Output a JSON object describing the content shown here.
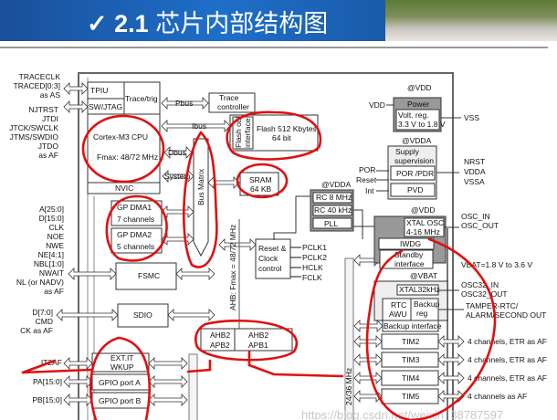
{
  "header": {
    "check": "✓",
    "number": "2.1",
    "title": "芯片内部结构图"
  },
  "left_labels": {
    "trace": [
      "TRACECLK",
      "TRACED[0:3]",
      "as AS"
    ],
    "jtag": [
      "NJTRST",
      "JTDI",
      "JTCK/SWCLK",
      "JTMS/SWDIO",
      "JTDO",
      "as AF"
    ],
    "fsmc": [
      "A[25:0]",
      "D[15:0]",
      "CLK",
      "NOE",
      "NWE",
      "NE[4:1]",
      "NBL[1:0]",
      "NWAIT",
      "NL (or NADV)",
      "as AF"
    ],
    "sdio": [
      "D[7:0]",
      "CMD",
      "CK as AF"
    ],
    "exti": "IT2AF",
    "pa": "PA[15:0]",
    "pb": "PB[15:0]"
  },
  "blocks": {
    "tpiu": "TPIU",
    "swjtag": "SW/JTAG",
    "tracetrig": "Trace/trig",
    "cpu": "Cortex-M3 CPU",
    "fmax": "Fmax: 48/72 MHz",
    "nvic": "NVIC",
    "pbus": "Pbus",
    "ibus": "Ibus",
    "dbus": "Dbus",
    "system": "System",
    "trace_ctrl": [
      "Trace",
      "controller"
    ],
    "flash_obl": "Flash obl",
    "flash_if": "interface",
    "flash": [
      "Flash 512 Kbytes",
      "64 bit"
    ],
    "sram": [
      "SRAM",
      "64 KB"
    ],
    "bus_matrix": "Bus Matrix",
    "dma1": [
      "GP DMA1",
      "7 channels"
    ],
    "dma2": [
      "GP DMA2",
      "5 channels"
    ],
    "fsmc": "FSMC",
    "sdio": "SDIO",
    "ahb_fmax": "AHB: Fmax = 48/72 MHz",
    "ahb_apb2": [
      "AHB2",
      "APB2"
    ],
    "ahb_apb1": [
      "AHB2",
      "APB1"
    ],
    "exti": [
      "EXT.IT",
      "WKUP"
    ],
    "gpioa": "GPIO port A",
    "gpiob": "GPIO port B",
    "apb1_freq": "24/36 MHz",
    "reset_clock": [
      "Reset &",
      "Clock",
      "control"
    ],
    "clocks": [
      "PCLK1",
      "PCLK2",
      "HCLK",
      "FCLK"
    ],
    "rc": [
      "RC 8 MHz",
      "RC 40 kHz",
      "PLL"
    ],
    "vdda_rc": "@VDDA",
    "power_vdd": "@VDD",
    "power": "Power",
    "volt_reg": [
      "Volt. reg.",
      "3.3 V to 1.8 V"
    ],
    "vdd_out": "VDD",
    "vss": "VSS",
    "supply_vdda": "@VDDA",
    "supply": [
      "Supply",
      "supervision"
    ],
    "por_pdr": "POR /PDR",
    "pvd": "PVD",
    "por_signals": [
      "POR",
      "Reset",
      "Int"
    ],
    "nrst": [
      "NRST",
      "VDDA",
      "VSSA"
    ],
    "xtal_vdd": "@VDD",
    "xtal": [
      "XTAL OSC",
      "4-16 MHz"
    ],
    "osc": [
      "OSC_IN",
      "OSC_OUT"
    ],
    "iwdg": "IWDG",
    "standby": [
      "Standby",
      "interface"
    ],
    "vbat": "VBAT=1.8 V to 3.6 V",
    "at_vbat": "@VBAT",
    "xtal32": "XTAL32kHz",
    "rtc": [
      "RTC",
      "AWU"
    ],
    "backup_reg": [
      "Backup",
      "reg"
    ],
    "backup_if": "Backup interface",
    "osc32": [
      "OSC32_IN",
      "OSC32_OUT"
    ],
    "tamper": [
      "TAMPER-RTC/",
      "ALARM/SECOND OUT"
    ],
    "tims": [
      {
        "name": "TIM2",
        "desc": "4 channels, ETR as AF"
      },
      {
        "name": "TIM3",
        "desc": "4 channels, ETR as AF"
      },
      {
        "name": "TIM4",
        "desc": "4 channels, ETR as AF"
      },
      {
        "name": "TIM5",
        "desc": "4 channels as AF"
      }
    ]
  },
  "watermark": "https://blog.csdn.net/weixin_38787597",
  "colors": {
    "annotation": "#e01010",
    "title_bg": "#1e6fc9"
  }
}
